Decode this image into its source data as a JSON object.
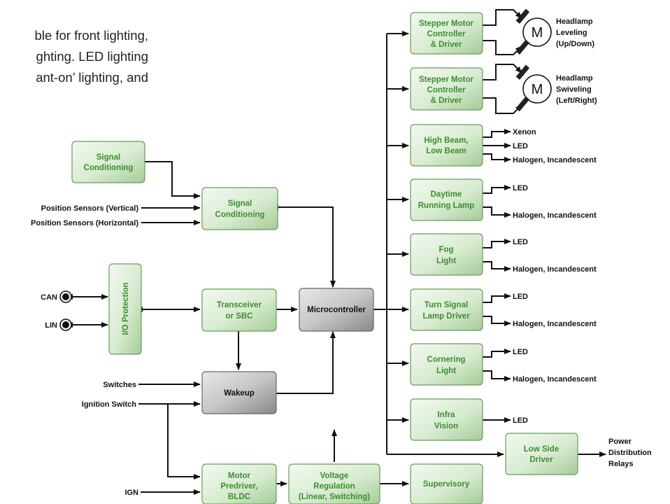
{
  "intro_text": {
    "line1": "ble for front lighting,",
    "line2": "ghting. LED lighting",
    "line3": "ant-on’ lighting, and"
  },
  "blocks": {
    "signal_conditioning_top": [
      "Signal",
      "Conditioning"
    ],
    "signal_conditioning": [
      "Signal",
      "Conditioning"
    ],
    "io_protection": "I/O Protection",
    "transceiver": [
      "Transceiver",
      "or SBC"
    ],
    "microcontroller": "Microcontroller",
    "wakeup": "Wakeup",
    "motor_predriver": [
      "Motor",
      "Predriver,",
      "BLDC"
    ],
    "voltage_regulation": [
      "Voltage",
      "Regulation",
      "(Linear, Switching)"
    ],
    "supervisory": "Supervisory",
    "stepper1": [
      "Stepper Motor",
      "Controller",
      "& Driver"
    ],
    "stepper2": [
      "Stepper Motor",
      "Controller",
      "& Driver"
    ],
    "high_low_beam": [
      "High Beam,",
      "Low Beam"
    ],
    "drl": [
      "Daytime",
      "Running Lamp"
    ],
    "fog": [
      "Fog",
      "Light"
    ],
    "turn_signal": [
      "Turn Signal",
      "Lamp Driver"
    ],
    "cornering": [
      "Cornering",
      "Light"
    ],
    "infra_vision": [
      "Infra",
      "Vision"
    ],
    "low_side_driver": [
      "Low Side",
      "Driver"
    ]
  },
  "inputs": {
    "pos_vertical": "Position Sensors (Vertical)",
    "pos_horizontal": "Position Sensors (Horizontal)",
    "can": "CAN",
    "lin": "LIN",
    "switches": "Switches",
    "ignition_switch": "Ignition Switch",
    "ign": "IGN"
  },
  "outputs": {
    "headlamp_leveling": [
      "Headlamp",
      "Leveling",
      "(Up/Down)"
    ],
    "headlamp_swiveling": [
      "Headlamp",
      "Swiveling",
      "(Left/Right)"
    ],
    "motor_symbol": "M",
    "xenon": "Xenon",
    "led": "LED",
    "halogen": "Halogen, Incandescent",
    "power_relays": [
      "Power",
      "Distribution",
      "Relays"
    ]
  },
  "colors": {
    "green_text": "#3a8f2e",
    "green_fill_light": "#f1f8ee",
    "green_fill_dark": "#a9cf9c",
    "gray_fill_light": "#e2e2e2",
    "gray_fill_dark": "#8e8e8e"
  }
}
